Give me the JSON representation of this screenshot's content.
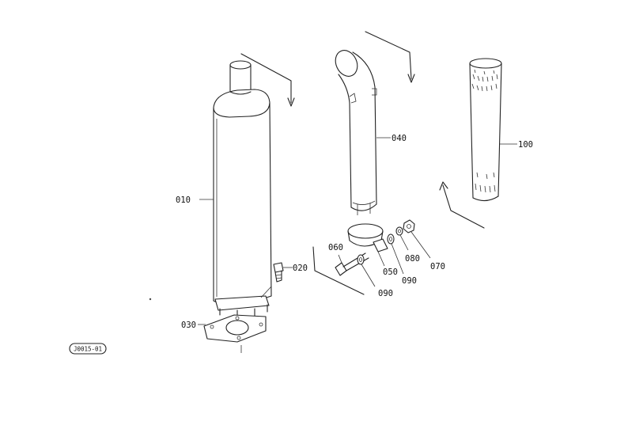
{
  "labels": {
    "p010": "010",
    "p020": "020",
    "p030": "030",
    "p040": "040",
    "p050": "050",
    "p060": "060",
    "p070": "070",
    "p080": "080",
    "p090a": "090",
    "p090b": "090",
    "p100": "100"
  },
  "drawing_code": "J0015-01",
  "colors": {
    "ink": "#222222",
    "paper": "#ffffff"
  }
}
